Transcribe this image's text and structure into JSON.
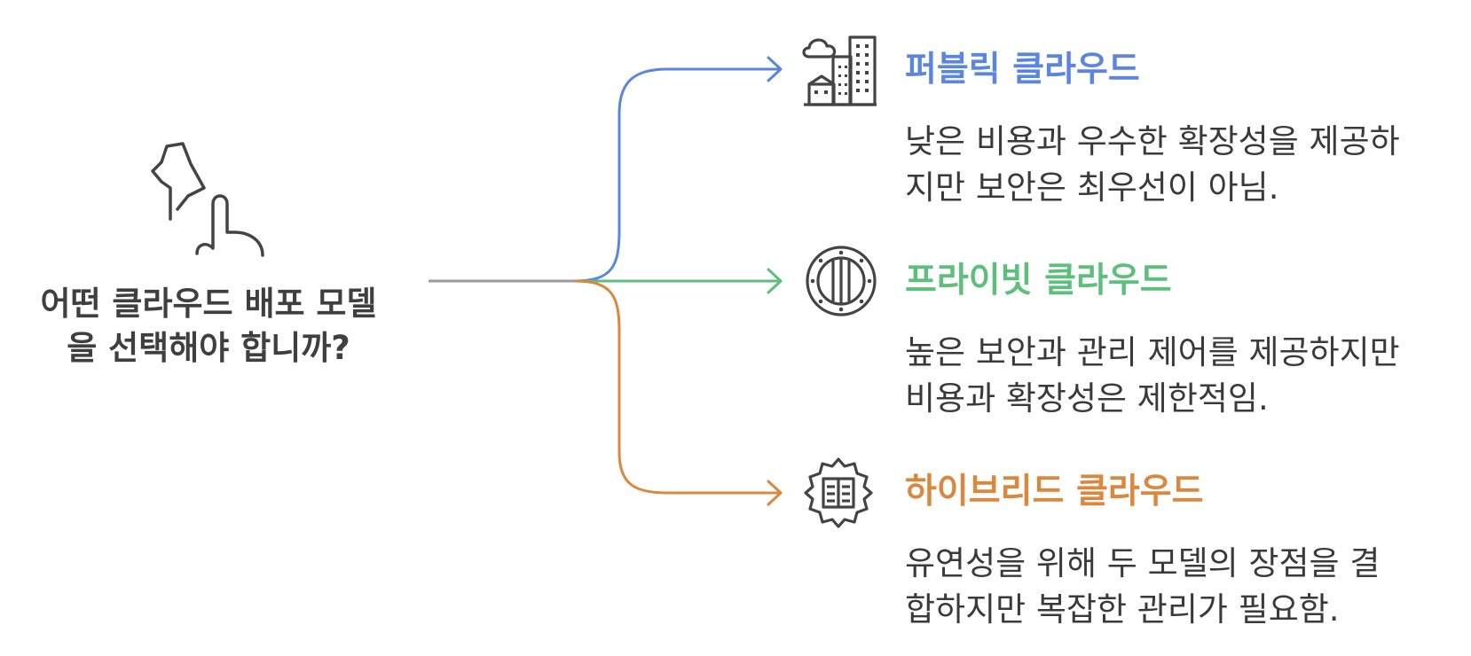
{
  "question": {
    "line1": "어떤 클라우드 배포 모델",
    "line2": "을 선택해야 합니까?"
  },
  "icons": {
    "question": "hand-pointing-icon",
    "public": "cloud-buildings-icon",
    "private": "vault-door-icon",
    "hybrid": "gear-book-icon"
  },
  "options": [
    {
      "title": "퍼블릭 클라우드",
      "color": "#5b86dd",
      "desc_line1": "낮은 비용과 우수한 확장성을 제공하",
      "desc_line2": "지만 보안은 최우선이 아님."
    },
    {
      "title": "프라이빗 클라우드",
      "color": "#5dbf7b",
      "desc_line1": "높은 보안과 관리 제어를 제공하지만",
      "desc_line2": "비용과 확장성은 제한적임."
    },
    {
      "title": "하이브리드 클라우드",
      "color": "#d9883d",
      "desc_line1": "유연성을 위해 두 모델의 장점을 결",
      "desc_line2": "합하지만 복잡한 관리가 필요함."
    }
  ],
  "colors": {
    "stem": "#9a9a9a",
    "text": "#3a3a3a",
    "icon": "#444444"
  }
}
